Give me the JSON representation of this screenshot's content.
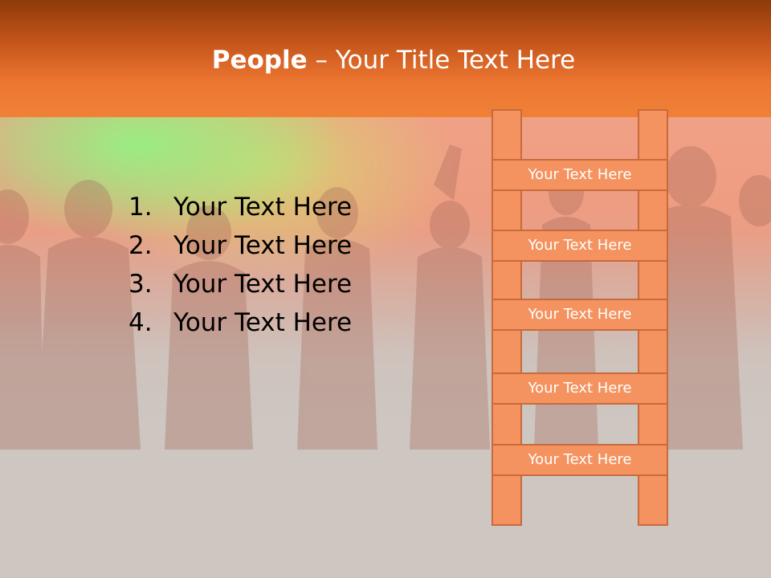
{
  "slide": {
    "title_bold": "People",
    "title_rest": " – Your Title Text Here",
    "list": [
      {
        "num": "1.",
        "text": "Your Text Here"
      },
      {
        "num": "2.",
        "text": "Your Text Here"
      },
      {
        "num": "3.",
        "text": "Your Text Here"
      },
      {
        "num": "4.",
        "text": "Your Text Here"
      }
    ],
    "ladder_rungs": [
      "Your Text Here",
      "Your Text Here",
      "Your Text Here",
      "Your Text Here",
      "Your Text Here"
    ]
  },
  "colors": {
    "header_top": "#8d3a0a",
    "header_bottom": "#f08137",
    "ladder_fill": "#f4935f",
    "ladder_border": "#c86a3c",
    "background": "#cdc6c1"
  }
}
